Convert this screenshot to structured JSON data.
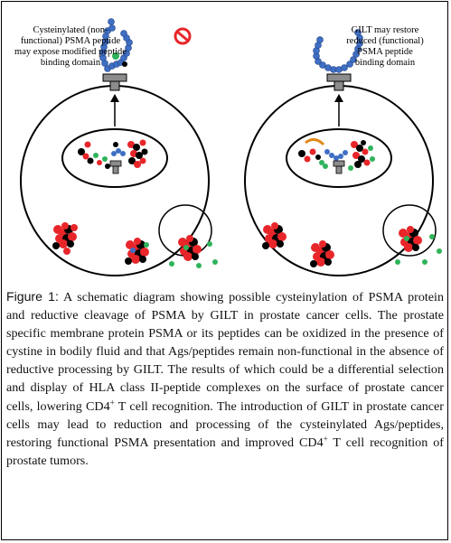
{
  "figure": {
    "left_label": [
      "Cysteinylated (non-",
      "functional) PSMA peptide",
      "may expose modified peptide",
      "binding domain"
    ],
    "right_label": [
      "GILT may restore",
      "reduced (functional)",
      "PSMA peptide",
      "binding domain"
    ],
    "prohibited_icon": "no-entry-icon"
  },
  "caption": {
    "label": "Figure 1:",
    "part1": " A schematic diagram showing possible cysteinylation of PSMA protein and reductive cleavage of PSMA by GILT in prostate cancer cells. The prostate specific membrane protein PSMA or its peptides can be oxidized in the presence of cystine in bodily fluid and that Ags/peptides remain non-functional in the absence of reductive processing by GILT. The results of which could be a differential selection and display of HLA class II-peptide complexes on the surface of prostate cancer cells, lowering CD4",
    "sup1": "+",
    "part2": " T cell recognition. The introduction of GILT in prostate cancer cells may lead to reduction and processing of the cysteinylated Ags/peptides, restoring functional PSMA presentation and improved CD4",
    "sup2": "+",
    "part3": " T cell recognition of prostate tumors."
  },
  "colors": {
    "red": "#e8262a",
    "blue": "#3f6fc4",
    "green": "#2fb35a",
    "gray": "#8c8c8c",
    "black": "#000000",
    "orange": "#e0891a"
  }
}
